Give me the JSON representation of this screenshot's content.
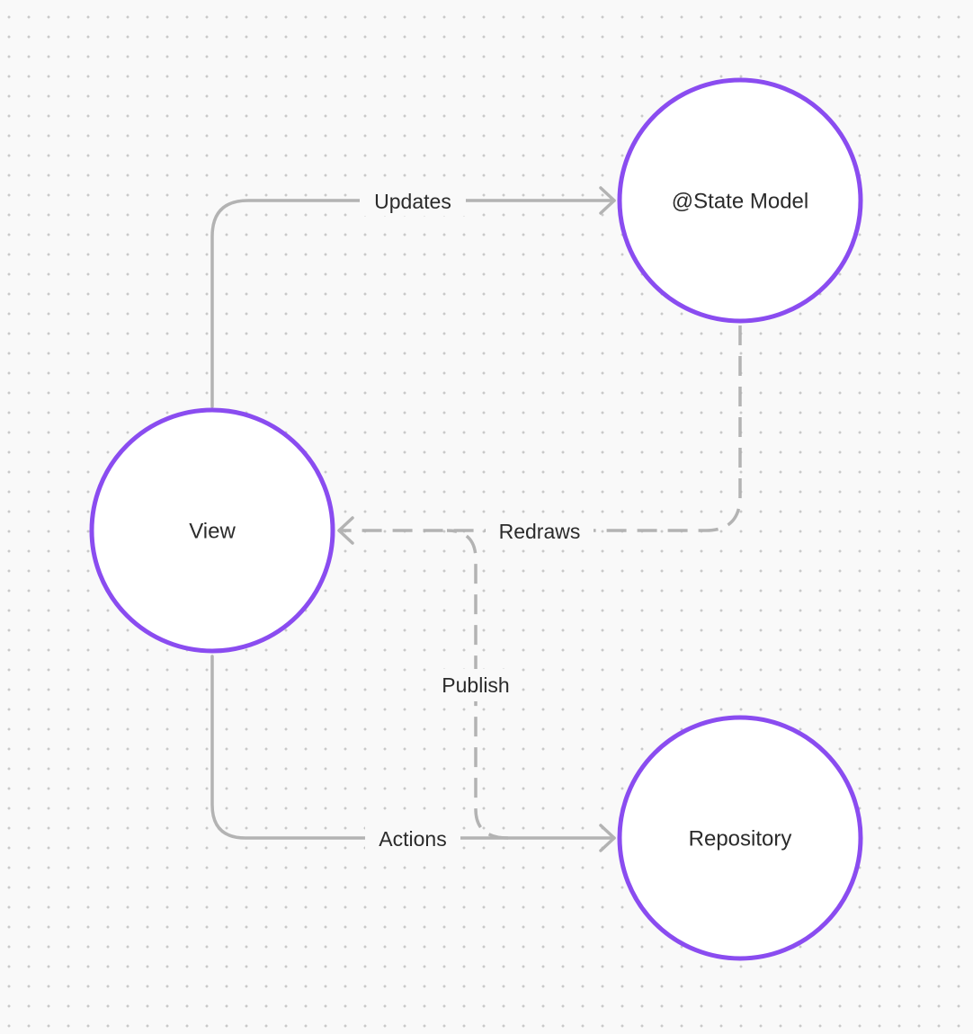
{
  "diagram": {
    "nodes": {
      "state_model": {
        "label": "@State Model"
      },
      "view": {
        "label": "View"
      },
      "repository": {
        "label": "Repository"
      }
    },
    "edges": {
      "updates": {
        "label": "Updates",
        "from": "View",
        "to": "@State Model",
        "style": "solid"
      },
      "redraws": {
        "label": "Redraws",
        "from": "@State Model",
        "to": "View",
        "style": "dashed"
      },
      "actions": {
        "label": "Actions",
        "from": "View",
        "to": "Repository",
        "style": "solid"
      },
      "publish": {
        "label": "Publish",
        "from": "Repository",
        "to": "View",
        "style": "dashed"
      }
    }
  },
  "colors": {
    "node_stroke": "#8a4cf0",
    "edge": "#b3b3b3",
    "text": "#2b2b2b",
    "background": "#f9f9f9"
  }
}
